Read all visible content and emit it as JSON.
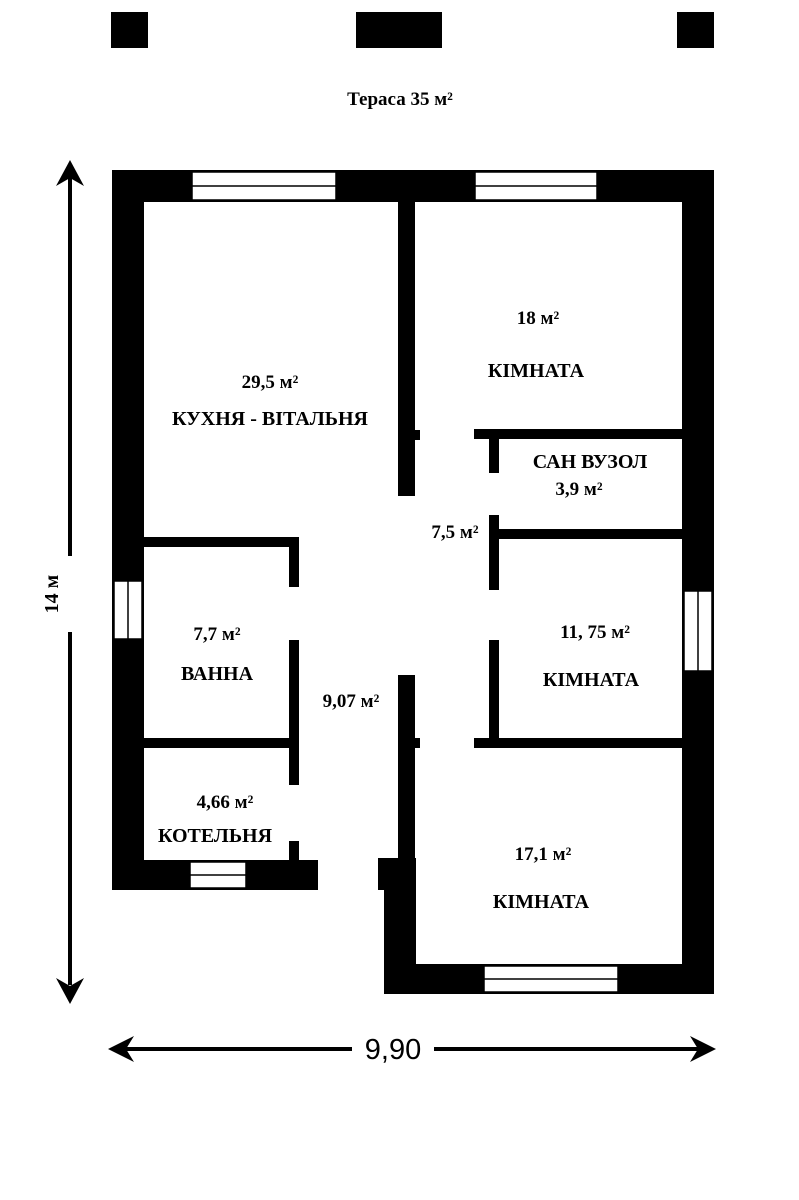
{
  "terrace_label": "Тераса 35 м²",
  "dimensions": {
    "height": "14 м",
    "width": "9,90"
  },
  "rooms": {
    "kitchen_living": {
      "area": "29,5 м²",
      "name": "КУХНЯ - ВІТАЛЬНЯ"
    },
    "room_top_right": {
      "area": "18 м²",
      "name": "КІМНАТА"
    },
    "san_vuzol": {
      "name": "САН ВУЗОЛ",
      "area": "3,9 м²"
    },
    "corridor_upper": {
      "area": "7,5 м²"
    },
    "bathroom": {
      "area": "7,7 м²",
      "name": "ВАННА"
    },
    "room_middle_right": {
      "area": "11, 75 м²",
      "name": "КІМНАТА"
    },
    "corridor_lower": {
      "area": "9,07 м²"
    },
    "boiler_room": {
      "area": "4,66 м²",
      "name": "КОТЕЛЬНЯ"
    },
    "room_bottom_right": {
      "area": "17,1 м²",
      "name": "КІМНАТА"
    }
  },
  "colors": {
    "wall": "#000000",
    "background": "#ffffff"
  }
}
